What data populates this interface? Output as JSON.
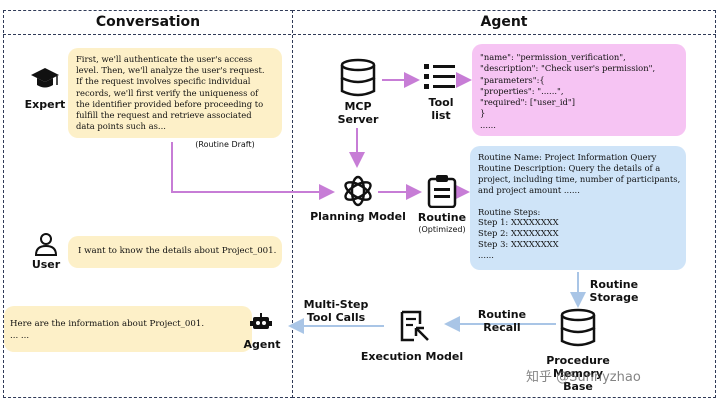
{
  "conversation": {
    "header": "Conversation",
    "expert": {
      "label": "Expert",
      "lines": [
        "First, we'll authenticate the user's access",
        "level. Then, we'll analyze the user's request.",
        "If the request involves specific individual",
        "records, we'll first verify the uniqueness of",
        "the identifier provided before proceeding to",
        "fulfill the request and retrieve associated",
        "data points such as..."
      ],
      "note": "(Routine Draft)"
    },
    "user": {
      "label": "User",
      "text": "I want to know the details about Project_001."
    },
    "answer": {
      "lines": [
        "Here are the information about Project_001.",
        "... ..."
      ]
    }
  },
  "agent": {
    "header": "Agent",
    "mcp_server": "MCP Server",
    "tool_list": "Tool list",
    "planning_model": "Planning Model",
    "routine": "Routine",
    "routine_note": "(Optimized)",
    "routine_storage": "Routine Storage",
    "routine_recall": "Routine Recall",
    "multi_step": "Multi-Step Tool Calls",
    "agent_label": "Agent",
    "execution_model": "Execution Model",
    "procedure_memory": "Procedure Memory Base",
    "tool_json": [
      "\"name\": \"permission_verification\",",
      "\"description\": \"Check user's permission\",",
      "\"parameters\":{",
      "\"properties\": \"......\",",
      "\"required\": [\"user_id\"]",
      "}",
      "......"
    ],
    "routine_text": [
      "Routine Name: Project Information Query",
      "Routine Description: Query the details of a",
      "project, including time, number of participants,",
      "and project amount ......",
      "",
      "Routine Steps:",
      "Step 1: XXXXXXXX",
      "Step 2: XXXXXXXX",
      "Step 3: XXXXXXXX",
      "......"
    ]
  },
  "watermark": "知乎 @Sunnyzhao",
  "colors": {
    "border": "#2f3a57",
    "arrow_purple": "#c77dd6",
    "arrow_blue": "#a9c5e6",
    "yellow": "#fdf0c8",
    "pink": "#f6c4f3",
    "blue": "#cfe4f8"
  }
}
